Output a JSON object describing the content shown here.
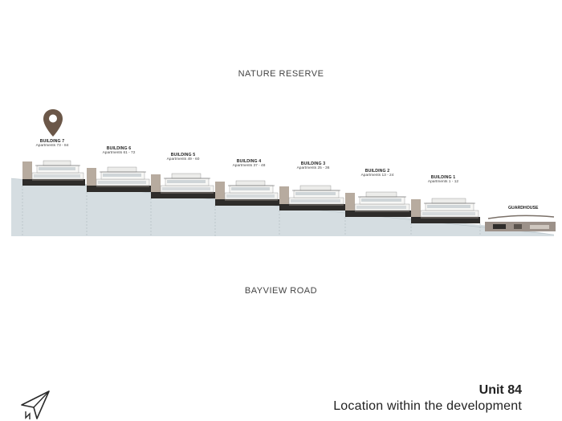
{
  "top_label": "NATURE RESERVE",
  "bottom_label": "BAYVIEW ROAD",
  "buildings": [
    {
      "name": "BUILDING 7",
      "apartments": "Apartments 73 - 84",
      "highlighted": true
    },
    {
      "name": "BUILDING 6",
      "apartments": "Apartments 61 - 72"
    },
    {
      "name": "BUILDING 5",
      "apartments": "Apartments 49 - 60"
    },
    {
      "name": "BUILDING 4",
      "apartments": "Apartments 37 - 48"
    },
    {
      "name": "BUILDING 3",
      "apartments": "Apartments 25 - 36"
    },
    {
      "name": "BUILDING 2",
      "apartments": "Apartments 13 - 24"
    },
    {
      "name": "BUILDING 1",
      "apartments": "Apartments 1 - 12"
    }
  ],
  "guardhouse": "GUARDHOUSE",
  "unit_title": "Unit 84",
  "unit_subtitle": "Location within the development",
  "icons": {
    "marker": "location-pin-icon",
    "logo": "arrow-logo-icon"
  },
  "colors": {
    "ground": "#d5dde1",
    "pin": "#6b5748",
    "dark": "#2e2c2a",
    "tan": "#b7ab9f"
  }
}
